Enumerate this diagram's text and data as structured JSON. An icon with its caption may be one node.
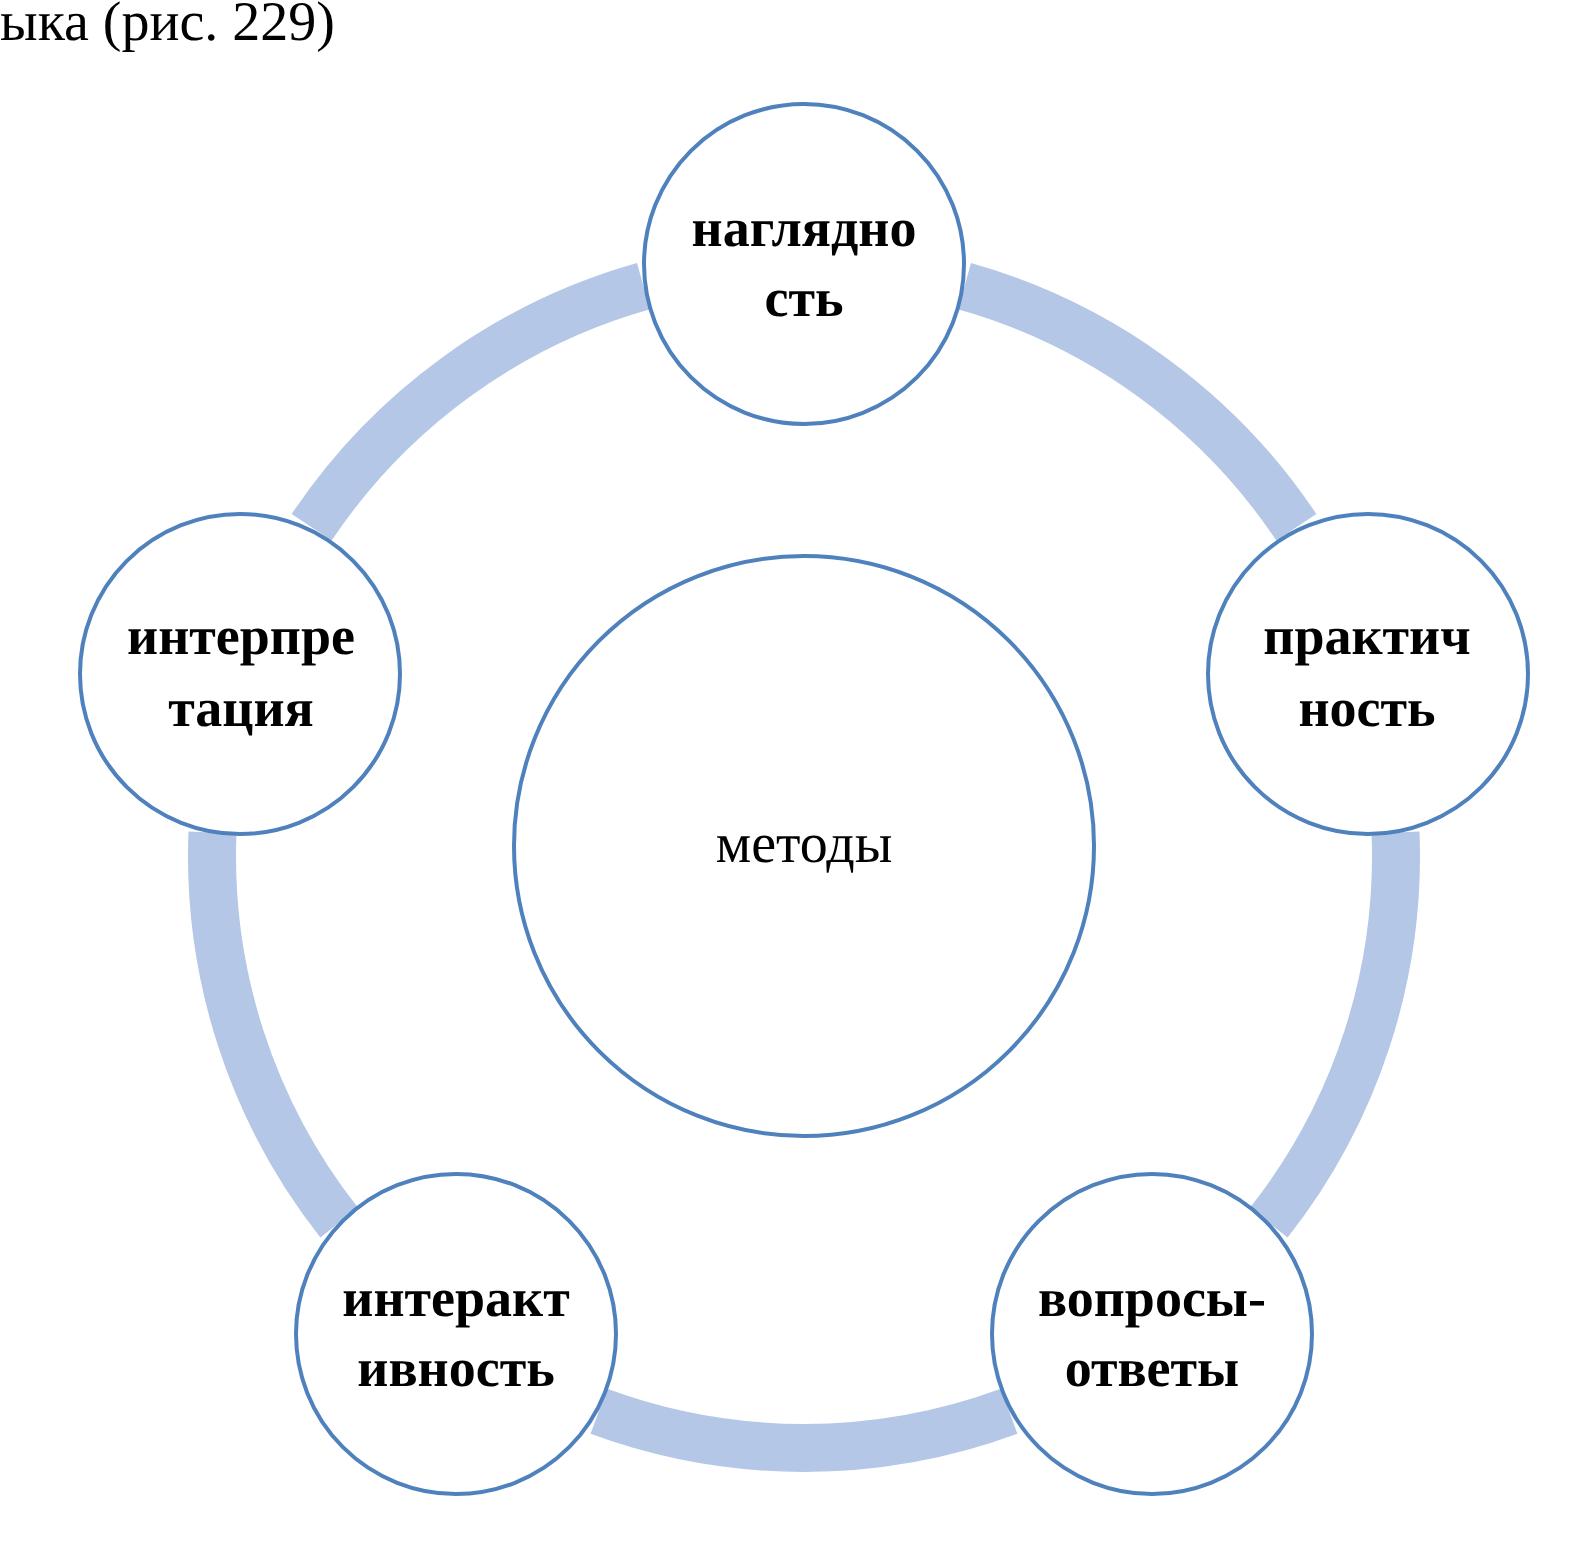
{
  "diagram": {
    "nodes": [
      {
        "text": [
          "наглядно сть"
        ]
      },
      {
        "text": [
          "интерпре тация"
        ]
      },
      {
        "text": [
          "практич ность"
        ]
      },
      {
        "text": [
          "методы"
        ]
      },
      {
        "text": [
          "интеракт ивность"
        ]
      },
      {
        "text": [
          "вопросы- ответы"
        ]
      }
    ],
    "edges": [
      {
        "from": 0,
        "to": 2,
        "arrow": "none"
      },
      {
        "from": 2,
        "to": 5,
        "arrow": "none"
      },
      {
        "from": 5,
        "to": 4,
        "arrow": "none"
      },
      {
        "from": 4,
        "to": 1,
        "arrow": "none"
      },
      {
        "from": 1,
        "to": 0,
        "arrow": "none"
      }
    ],
    "labels": [
      "ыка (рис. 229)"
    ]
  }
}
